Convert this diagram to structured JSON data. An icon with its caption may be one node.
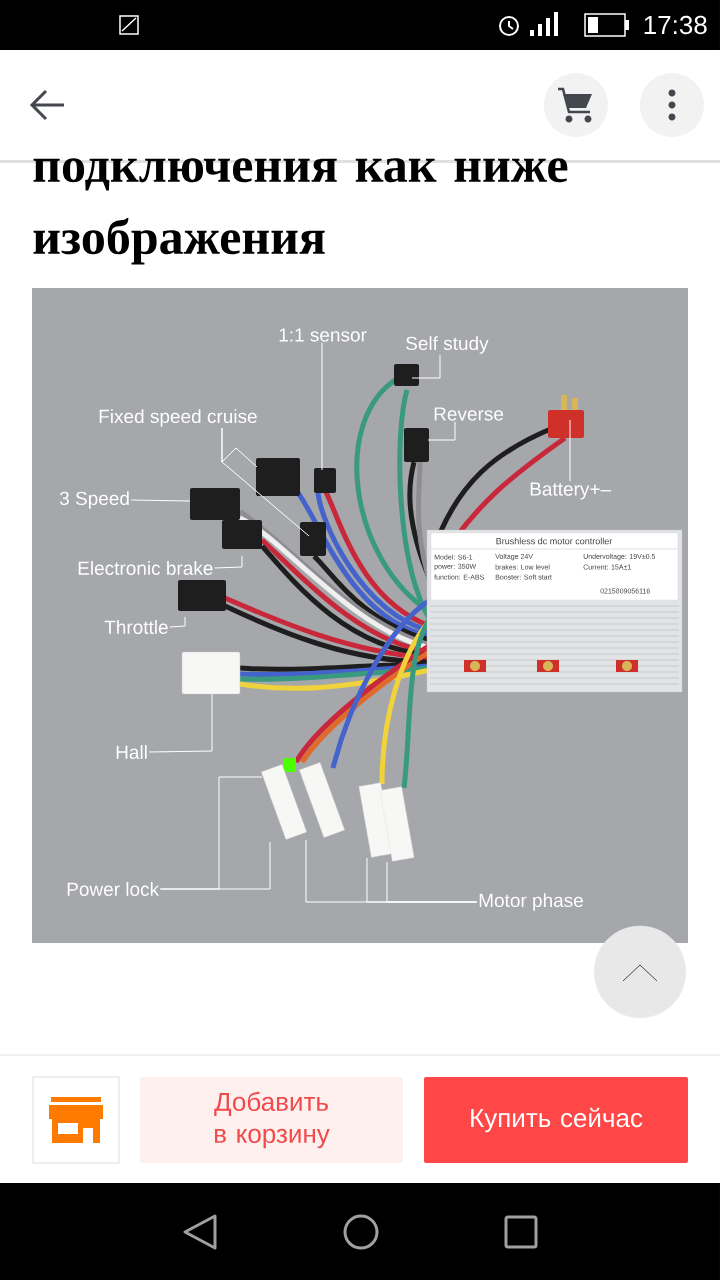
{
  "diagram": {
    "title": "подключения как ниже изображения",
    "nodes": [
      {
        "text": [
          "1:1 sensor"
        ]
      },
      {
        "text": [
          "Self study"
        ]
      },
      {
        "text": [
          "Fixed speed cruise"
        ]
      },
      {
        "text": [
          "3 Speed"
        ]
      },
      {
        "text": [
          "Reverse"
        ]
      },
      {
        "text": [
          "Battery+–"
        ]
      },
      {
        "text": [
          "Electronic brake"
        ]
      },
      {
        "text": [
          "Throttle"
        ]
      },
      {
        "text": [
          "Hall"
        ]
      },
      {
        "text": [
          "Power lock"
        ]
      },
      {
        "text": [
          "Motor phase"
        ]
      },
      {
        "text": [
          "Добавить в корзину"
        ]
      },
      {
        "text": [
          "Купить сейчас"
        ]
      }
    ],
    "edges": [
      {
        "from": 0,
        "to": null,
        "arrow": "none"
      },
      {
        "from": 1,
        "to": null,
        "arrow": "none"
      },
      {
        "from": 2,
        "to": null,
        "arrow": "none"
      },
      {
        "from": 2,
        "to": null,
        "arrow": "none"
      },
      {
        "from": 3,
        "to": null,
        "arrow": "none"
      },
      {
        "from": 4,
        "to": null,
        "arrow": "none"
      },
      {
        "from": 5,
        "to": null,
        "arrow": "none"
      },
      {
        "from": 6,
        "to": null,
        "arrow": "none"
      },
      {
        "from": 7,
        "to": null,
        "arrow": "none"
      },
      {
        "from": 8,
        "to": null,
        "arrow": "none"
      },
      {
        "from": 9,
        "to": null,
        "arrow": "none"
      },
      {
        "from": 9,
        "to": null,
        "arrow": "none"
      },
      {
        "from": 10,
        "to": null,
        "arrow": "none"
      },
      {
        "from": 10,
        "to": null,
        "arrow": "none"
      },
      {
        "from": 10,
        "to": null,
        "arrow": "none"
      }
    ],
    "labels": [
      "17:38",
      "Brushless dc motor controller",
      "Model: S6-1",
      "Voltage 24V",
      "Undervoltage: 19V±0.5",
      "power: 350W",
      "brakes: Low level",
      "Current: 15A±1",
      "function: E-ABS",
      "Booster: Soft start",
      "0215809056116"
    ]
  }
}
